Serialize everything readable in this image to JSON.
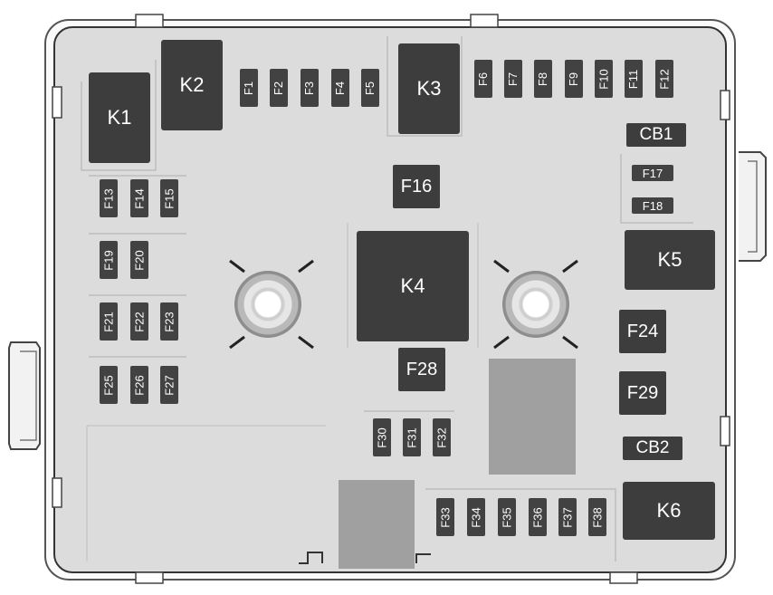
{
  "relays": [
    {
      "id": "k1",
      "label": "K1"
    },
    {
      "id": "k2",
      "label": "K2"
    },
    {
      "id": "k3",
      "label": "K3"
    },
    {
      "id": "k4",
      "label": "K4"
    },
    {
      "id": "k5",
      "label": "K5"
    },
    {
      "id": "k6",
      "label": "K6"
    }
  ],
  "fuses": {
    "f1": "F1",
    "f2": "F2",
    "f3": "F3",
    "f4": "F4",
    "f5": "F5",
    "f6": "F6",
    "f7": "F7",
    "f8": "F8",
    "f9": "F9",
    "f10": "F10",
    "f11": "F11",
    "f12": "F12",
    "f13": "F13",
    "f14": "F14",
    "f15": "F15",
    "f16": "F16",
    "f17": "F17",
    "f18": "F18",
    "f19": "F19",
    "f20": "F20",
    "f21": "F21",
    "f22": "F22",
    "f23": "F23",
    "f24": "F24",
    "f25": "F25",
    "f26": "F26",
    "f27": "F27",
    "f28": "F28",
    "f29": "F29",
    "f30": "F30",
    "f31": "F31",
    "f32": "F32",
    "f33": "F33",
    "f34": "F34",
    "f35": "F35",
    "f36": "F36",
    "f37": "F37",
    "f38": "F38"
  },
  "circuit_breakers": {
    "cb1": "CB1",
    "cb2": "CB2"
  },
  "colors": {
    "housing": "#dcdcdc",
    "component": "#3d3d3d",
    "empty_slot": "#a0a0a0"
  }
}
